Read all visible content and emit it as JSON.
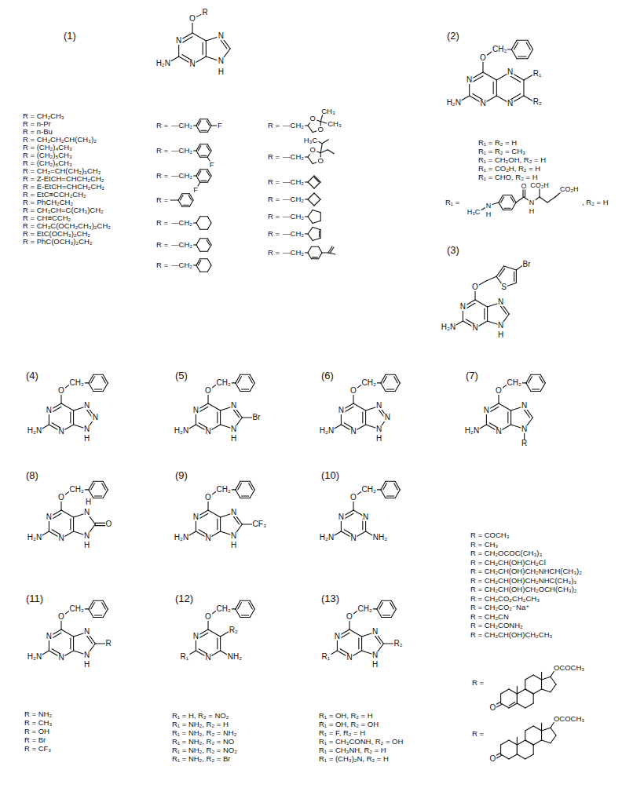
{
  "diagram": {
    "labels": [
      "(1)",
      "(2)",
      "(3)",
      "(4)",
      "(5)",
      "(6)",
      "(7)",
      "(8)",
      "(9)",
      "(10)",
      "(11)",
      "(12)",
      "(13)",
      "O",
      "R",
      "N",
      "H₂N",
      "N",
      "N",
      "N",
      "H",
      "R = CH₂CH₃",
      "R = n-Pr",
      "R = n-Bu",
      "R = CH₂CH₂CH(CH₃)₂",
      "R = (CH₂)₄CH₃",
      "R = (CH₂)₅CH₃",
      "R = (CH₂)₆CH₃",
      "R = CH₂=CH(CH₂)₃CH₂",
      "R = Z-EtCH=CHCH₂CH₂",
      "R = E-EtCH=CHCH₂CH₂",
      "R = EtC≡CCH₂CH₂",
      "R = PhCH₂CH₂",
      "R = CH₃CH=C(CH₃)CH₂",
      "R = CH≡CCH₂",
      "R = CH₃C(OCH₂CH₃)₂CH₂",
      "R = EtC(OCH₃)₂CH₂",
      "R = PhC(OCH₃)₂CH₂",
      "R =",
      "—CH₂",
      "F",
      "R =",
      "—CH₂",
      "F",
      "R =",
      "—CH₂",
      "F",
      "R =",
      "R =",
      "—CH₂",
      "R =",
      "—CH₂",
      "R =",
      "—CH₂",
      "R =",
      "—CH₂",
      "O",
      "O",
      "CH₃",
      "CH₃",
      "R =",
      "—CH₂",
      "O",
      "O",
      "H₃C",
      "R =",
      "—CH₂",
      "R =",
      "—CH₂",
      "R =",
      "—CH₂",
      "R =",
      "—CH₂",
      "R =",
      "—CH₂",
      "O",
      "CH₂",
      "N",
      "H₂N",
      "N",
      "N",
      "R₁",
      "R₂",
      "N",
      "R₁ = R₂ = H",
      "R₁ = R₂ = CH₃",
      "R₁ = CH₂OH, R₂ = H",
      "R₁ = CO₂H, R₂ = H",
      "R₁ = CHO, R₂ = H",
      "R₁ =",
      "H₃C",
      "N",
      "H",
      "O",
      "N",
      "H",
      "CO₂H",
      "CO₂H",
      ", R₂ = H",
      "O",
      "S",
      "Br",
      "N",
      "H₂N",
      "N",
      "N",
      "N",
      "H",
      "O",
      "CH₂",
      "N",
      "H₂N",
      "N",
      "N",
      "N",
      "N",
      "H",
      "O",
      "CH₂",
      "N",
      "H₂N",
      "N",
      "N",
      "Br",
      "N",
      "H",
      "O",
      "CH₂",
      "N",
      "H₂N",
      "N",
      "N",
      "N",
      "N",
      "H",
      "O",
      "CH₂",
      "N",
      "H₂N",
      "N",
      "N",
      "N",
      "R",
      "R = COCH₃",
      "R = CH₃",
      "R = CH₂OCOC(CH₃)₃",
      "R = CH₂CH(OH)CH₂Cl",
      "R = CH₂CH(OH)CH₂NHCH(CH₃)₂",
      "R = CH₂CH(OH)CH₂NHC(CH₃)₃",
      "R = CH₂CH(OH)CH₂OCH(CH₃)₂",
      "R = CH₂CO₂CH₂CH₃",
      "R = CH₂CO₂⁻Na⁺",
      "R = CH₂CN",
      "R = CH₂CONH₂",
      "R = CH₂CH(OH)CH₂CH₃",
      "R =",
      "OCOCH₃",
      "O",
      "R =",
      "OCOCH₃",
      "O",
      "O",
      "CH₂",
      "N",
      "H₂N",
      "N",
      "N",
      "H",
      "O",
      "N",
      "H",
      "O",
      "CH₂",
      "N",
      "H₂N",
      "N",
      "N",
      "CF₃",
      "N",
      "H",
      "O",
      "CH₂",
      "N",
      "H₂N",
      "N",
      "NH₂",
      "N",
      "O",
      "CH₂",
      "N",
      "H₂N",
      "N",
      "N",
      "R",
      "N",
      "H",
      "R = NH₂",
      "R = CH₃",
      "R = OH",
      "R = Br",
      "R = CF₃",
      "O",
      "CH₂",
      "N",
      "R₁",
      "N",
      "NH₂",
      "R₂",
      "R₁ = H, R₂ = NO₂",
      "R₁ = NH₂, R₂ = H",
      "R₁ = NH₂, R₂ = NH₂",
      "R₁ = NH₂, R₂ = NO",
      "R₁ = NH₂, R₂ = NO₂",
      "R₁ = NH₂, R₂ = Br",
      "O",
      "CH₂",
      "N",
      "R₁",
      "N",
      "N",
      "R₂",
      "N",
      "H",
      "R₁ = OH, R₂ = H",
      "R₁ = OH, R₂ = OH",
      "R₁ = F, R₂ = H",
      "R₁ = CH₃CONH, R₂ = OH",
      "R₁ = CH₃NH, R₂ = H",
      "R₁ = (CH₃)₂N, R₂ = H"
    ]
  }
}
